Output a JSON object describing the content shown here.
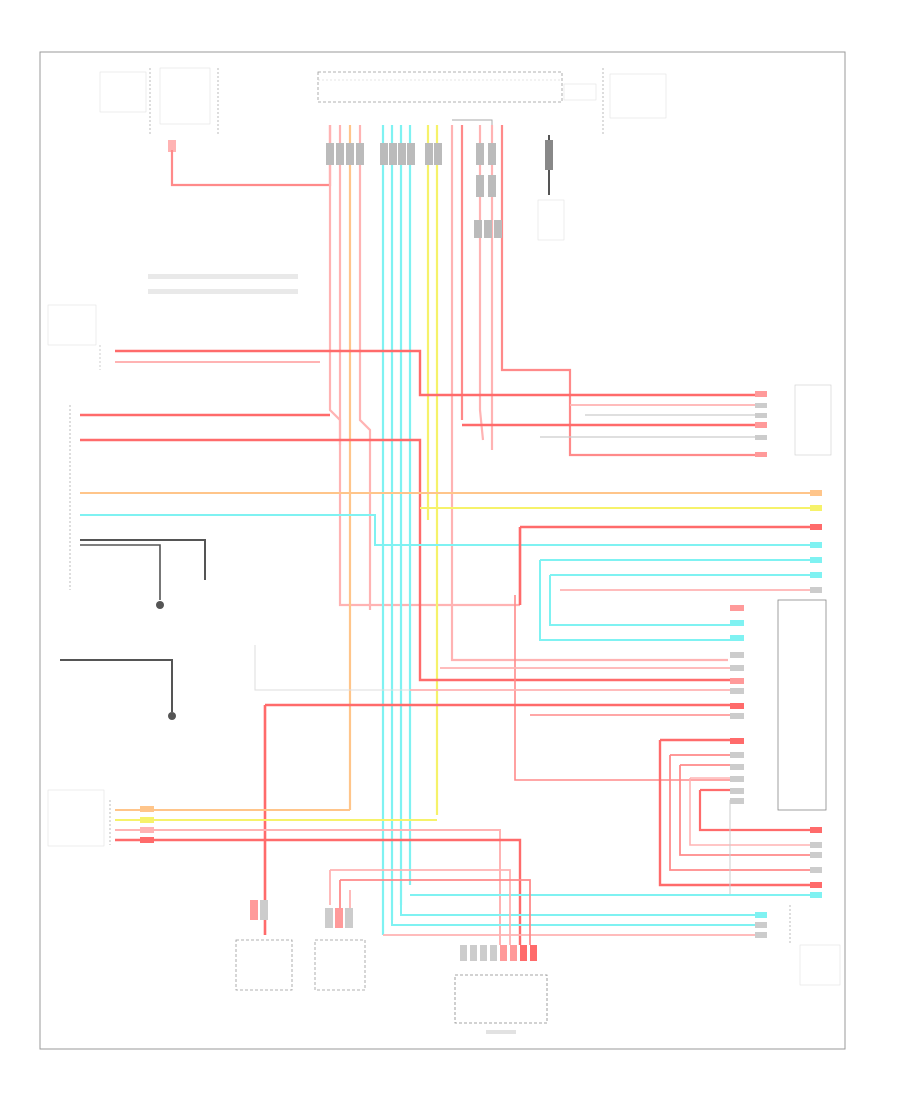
{
  "diagram": {
    "page_tag": "",
    "frame_label": "",
    "colors": {
      "red": "#ff6b6b",
      "pink": "#ffb3b3",
      "orange": "#ffc58a",
      "yellow": "#f6f26a",
      "cyan": "#7ff2f2",
      "gray": "#cfcfcf",
      "dark": "#555555",
      "box": "#999999"
    },
    "components": [
      "component-top-left-switch",
      "component-top-connector-block",
      "component-top-right-module",
      "component-left-module",
      "component-right-module-upper",
      "component-right-module-main",
      "component-bottom-left-unit",
      "component-bottom-actuator-1",
      "component-bottom-actuator-2",
      "component-bottom-center-connector",
      "component-bottom-right-ground"
    ]
  }
}
